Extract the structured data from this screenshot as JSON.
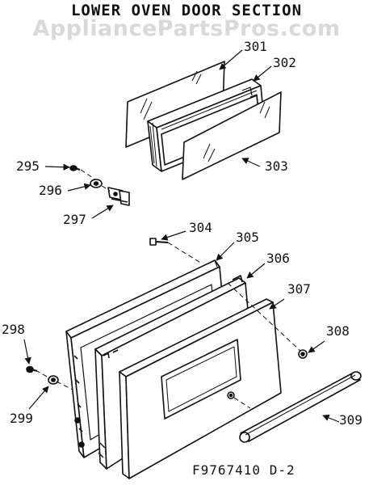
{
  "title": "LOWER OVEN DOOR SECTION",
  "watermark": "AppliancePartsPros.com",
  "figure_number": "F9767410 D-2",
  "colors": {
    "ink": "#111111",
    "watermark": "#d9d9d9",
    "background": "#ffffff"
  },
  "callouts": {
    "p295": "295",
    "p296": "296",
    "p297": "297",
    "p298": "298",
    "p299": "299",
    "p301": "301",
    "p302": "302",
    "p303": "303",
    "p304": "304",
    "p305": "305",
    "p306": "306",
    "p307": "307",
    "p308": "308",
    "p309": "309"
  }
}
